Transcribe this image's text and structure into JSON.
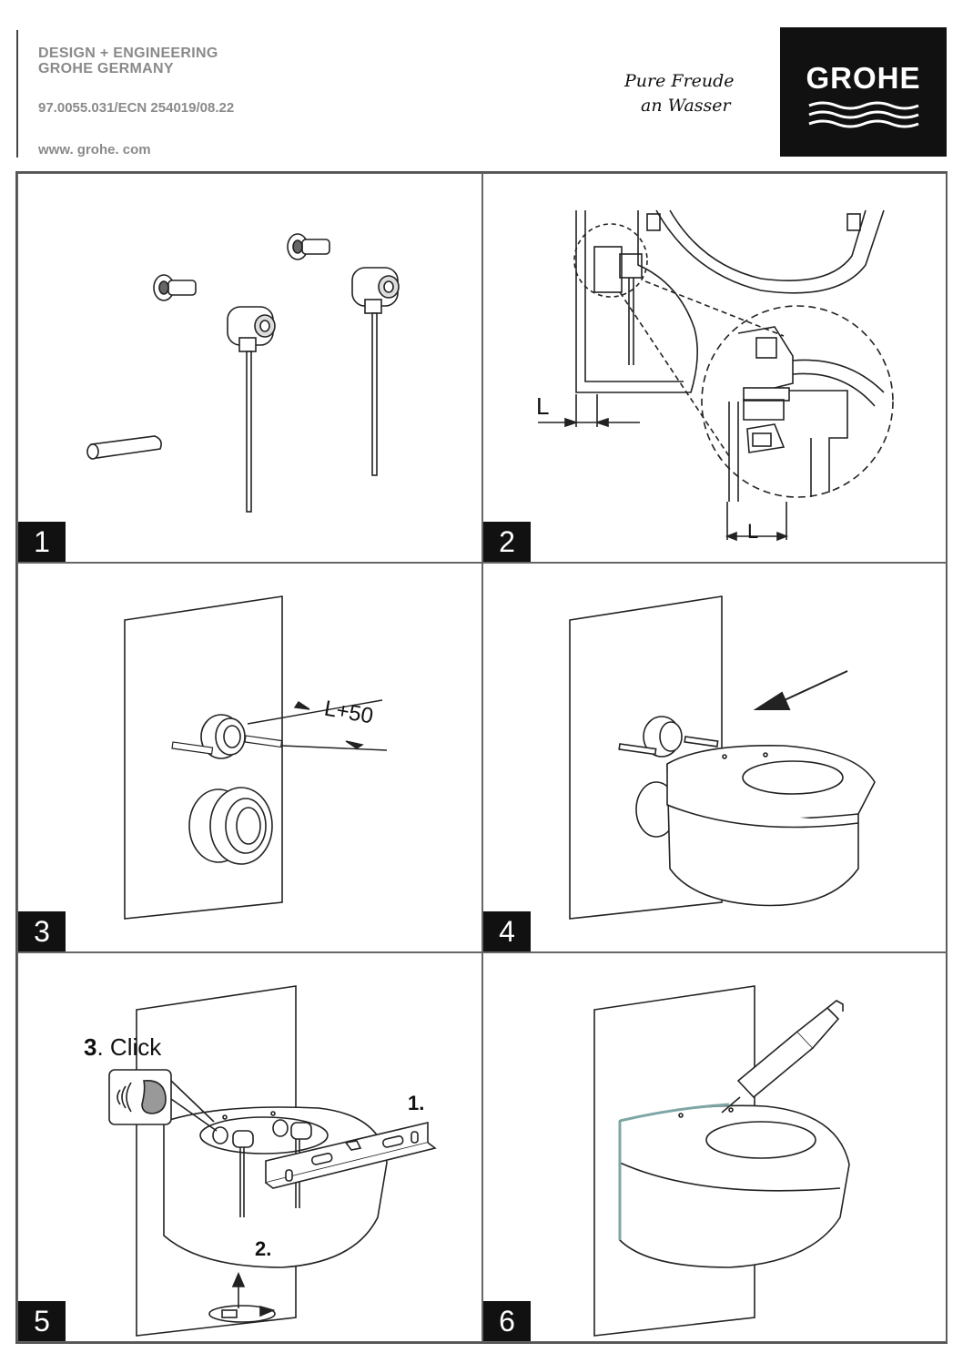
{
  "header": {
    "line1": "DESIGN + ENGINEERING",
    "line2": "GROHE GERMANY",
    "doc_number": "97.0055.031/ECN 254019/08.22",
    "website": "www. grohe. com"
  },
  "slogan": {
    "line1": "Pure Freude",
    "line2": "an Wasser"
  },
  "logo": {
    "text": "GROHE"
  },
  "steps": [
    {
      "number": "1"
    },
    {
      "number": "2",
      "dim_label": "L"
    },
    {
      "number": "3",
      "dim_label": "L+50"
    },
    {
      "number": "4"
    },
    {
      "number": "5",
      "step1": "1.",
      "step2": "2.",
      "step3_num": "3",
      "step3_text": ". Click"
    },
    {
      "number": "6"
    }
  ]
}
